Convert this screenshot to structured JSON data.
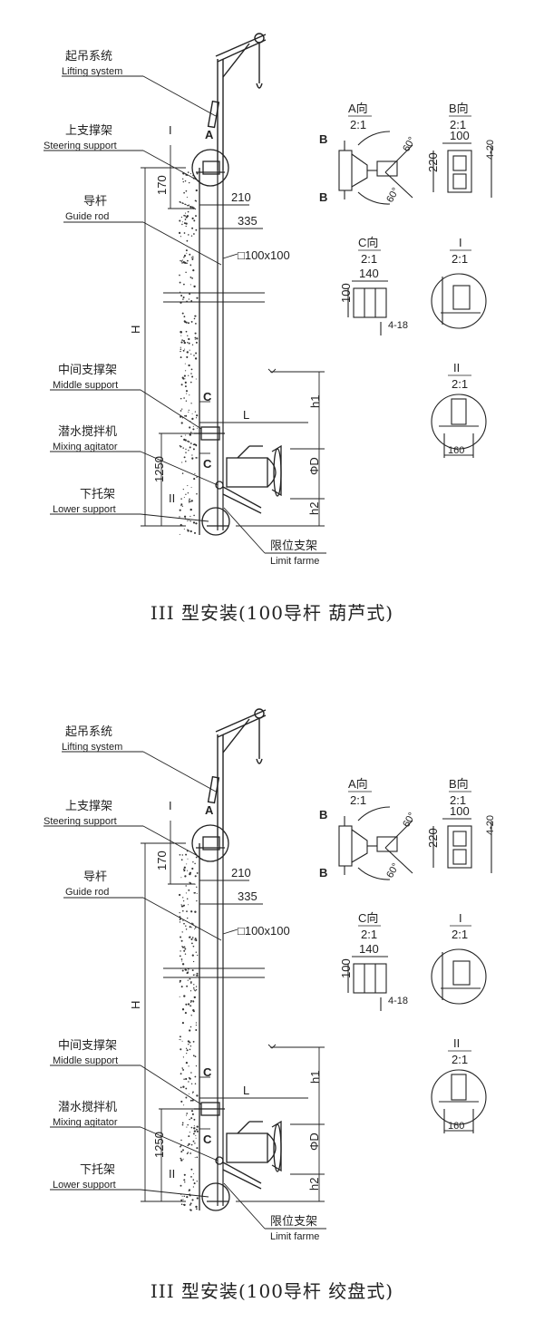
{
  "drawings": [
    {
      "caption": "III 型安装(100导杆 葫芦式)",
      "labels": {
        "lifting_cn": "起吊系统",
        "lifting_en": "Lifting system",
        "steering_cn": "上支撑架",
        "steering_en": "Steering support",
        "guide_cn": "导杆",
        "guide_en": "Guide rod",
        "middle_cn": "中间支撑架",
        "middle_en": "Middle support",
        "agitator_cn": "潜水搅拌机",
        "agitator_en": "Mixing agitator",
        "lower_cn": "下托架",
        "lower_en": "Lower support",
        "limit_cn": "限位支架",
        "limit_en": "Limit farme"
      },
      "dims": {
        "d170": "170",
        "d210": "210",
        "d335": "335",
        "rod": "□100x100",
        "H": "H",
        "L": "L",
        "h1": "h1",
        "h2": "h2",
        "phiD": "ΦD",
        "d1250": "1250",
        "markA": "A",
        "markI": "I",
        "markII": "II",
        "markC1": "C",
        "markC2": "C"
      },
      "details": {
        "A_title": "A向",
        "A_scale": "2:1",
        "B_top": "B",
        "B_bottom": "B",
        "ang1": "60°",
        "ang2": "60°",
        "B_title": "B向",
        "B_scale": "2:1",
        "B_100": "100",
        "B_220": "220",
        "B_420": "4-20",
        "C_title": "C向",
        "C_scale": "2:1",
        "C_140": "140",
        "C_100": "100",
        "C_418": "4-18",
        "I_title": "I",
        "I_scale": "2:1",
        "II_title": "II",
        "II_scale": "2:1",
        "II_160": "160"
      }
    },
    {
      "caption": "III 型安装(100导杆 绞盘式)",
      "labels": {
        "lifting_cn": "起吊系统",
        "lifting_en": "Lifting system",
        "steering_cn": "上支撑架",
        "steering_en": "Steering support",
        "guide_cn": "导杆",
        "guide_en": "Guide rod",
        "middle_cn": "中间支撑架",
        "middle_en": "Middle support",
        "agitator_cn": "潜水搅拌机",
        "agitator_en": "Mixing agitator",
        "lower_cn": "下托架",
        "lower_en": "Lower support",
        "limit_cn": "限位支架",
        "limit_en": "Limit farme"
      },
      "dims": {
        "d170": "170",
        "d210": "210",
        "d335": "335",
        "rod": "□100x100",
        "H": "H",
        "L": "L",
        "h1": "h1",
        "h2": "h2",
        "phiD": "ΦD",
        "d1250": "1250",
        "markA": "A",
        "markI": "I",
        "markII": "II",
        "markC1": "C",
        "markC2": "C"
      },
      "details": {
        "A_title": "A向",
        "A_scale": "2:1",
        "B_top": "B",
        "B_bottom": "B",
        "ang1": "60°",
        "ang2": "60°",
        "B_title": "B向",
        "B_scale": "2:1",
        "B_100": "100",
        "B_220": "220",
        "B_420": "4-20",
        "C_title": "C向",
        "C_scale": "2:1",
        "C_140": "140",
        "C_100": "100",
        "C_418": "4-18",
        "I_title": "I",
        "I_scale": "2:1",
        "II_title": "II",
        "II_scale": "2:1",
        "II_160": "160"
      }
    }
  ]
}
